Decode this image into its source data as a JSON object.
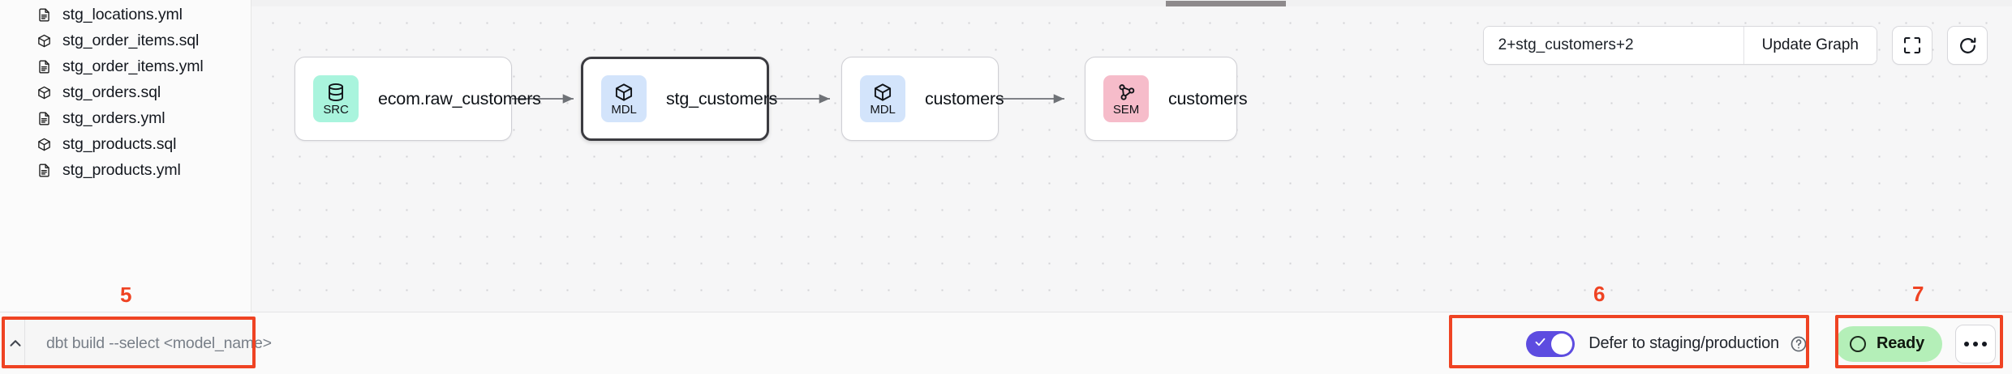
{
  "sidebar": {
    "files": [
      {
        "name": "stg_locations.yml",
        "icon": "yml-file-icon",
        "type": "yml"
      },
      {
        "name": "stg_order_items.sql",
        "icon": "sql-model-icon",
        "type": "sql"
      },
      {
        "name": "stg_order_items.yml",
        "icon": "yml-file-icon",
        "type": "yml"
      },
      {
        "name": "stg_orders.sql",
        "icon": "sql-model-icon",
        "type": "sql"
      },
      {
        "name": "stg_orders.yml",
        "icon": "yml-file-icon",
        "type": "yml"
      },
      {
        "name": "stg_products.sql",
        "icon": "sql-model-icon",
        "type": "sql"
      },
      {
        "name": "stg_products.yml",
        "icon": "yml-file-icon",
        "type": "yml"
      }
    ]
  },
  "graph_toolbar": {
    "selector_value": "2+stg_customers+2",
    "selector_placeholder": "2+stg_customers+2",
    "update_graph_label": "Update Graph",
    "fullscreen_icon": "fullscreen-icon",
    "refresh_icon": "refresh-icon"
  },
  "lineage": {
    "nodes": [
      {
        "id": "src-ecom-raw-customers",
        "badge": "SRC",
        "badge_icon": "database-icon",
        "title": "ecom.raw_customers",
        "badge_color": "#a9f4dd",
        "selected": false
      },
      {
        "id": "mdl-stg-customers",
        "badge": "MDL",
        "badge_icon": "cube-icon",
        "title": "stg_customers",
        "badge_color": "#d3e4fb",
        "selected": true
      },
      {
        "id": "mdl-customers",
        "badge": "MDL",
        "badge_icon": "cube-icon",
        "title": "customers",
        "badge_color": "#d3e4fb",
        "selected": false
      },
      {
        "id": "sem-customers",
        "badge": "SEM",
        "badge_icon": "semantic-graph-icon",
        "title": "customers",
        "badge_color": "#f6bcca",
        "selected": false
      }
    ]
  },
  "bottom_bar": {
    "command_chevron_icon": "chevron-up-icon",
    "command_text": "dbt build --select <model_name>",
    "defer_label": "Defer to staging/production",
    "defer_enabled": true,
    "help_icon": "help-circle-icon",
    "status_text": "Ready",
    "status_color": "#b4efb8",
    "more_icon": "more-horizontal-icon"
  },
  "annotations": [
    {
      "number": "5",
      "target": "command-bar"
    },
    {
      "number": "6",
      "target": "defer-toggle"
    },
    {
      "number": "7",
      "target": "status-ready"
    }
  ]
}
